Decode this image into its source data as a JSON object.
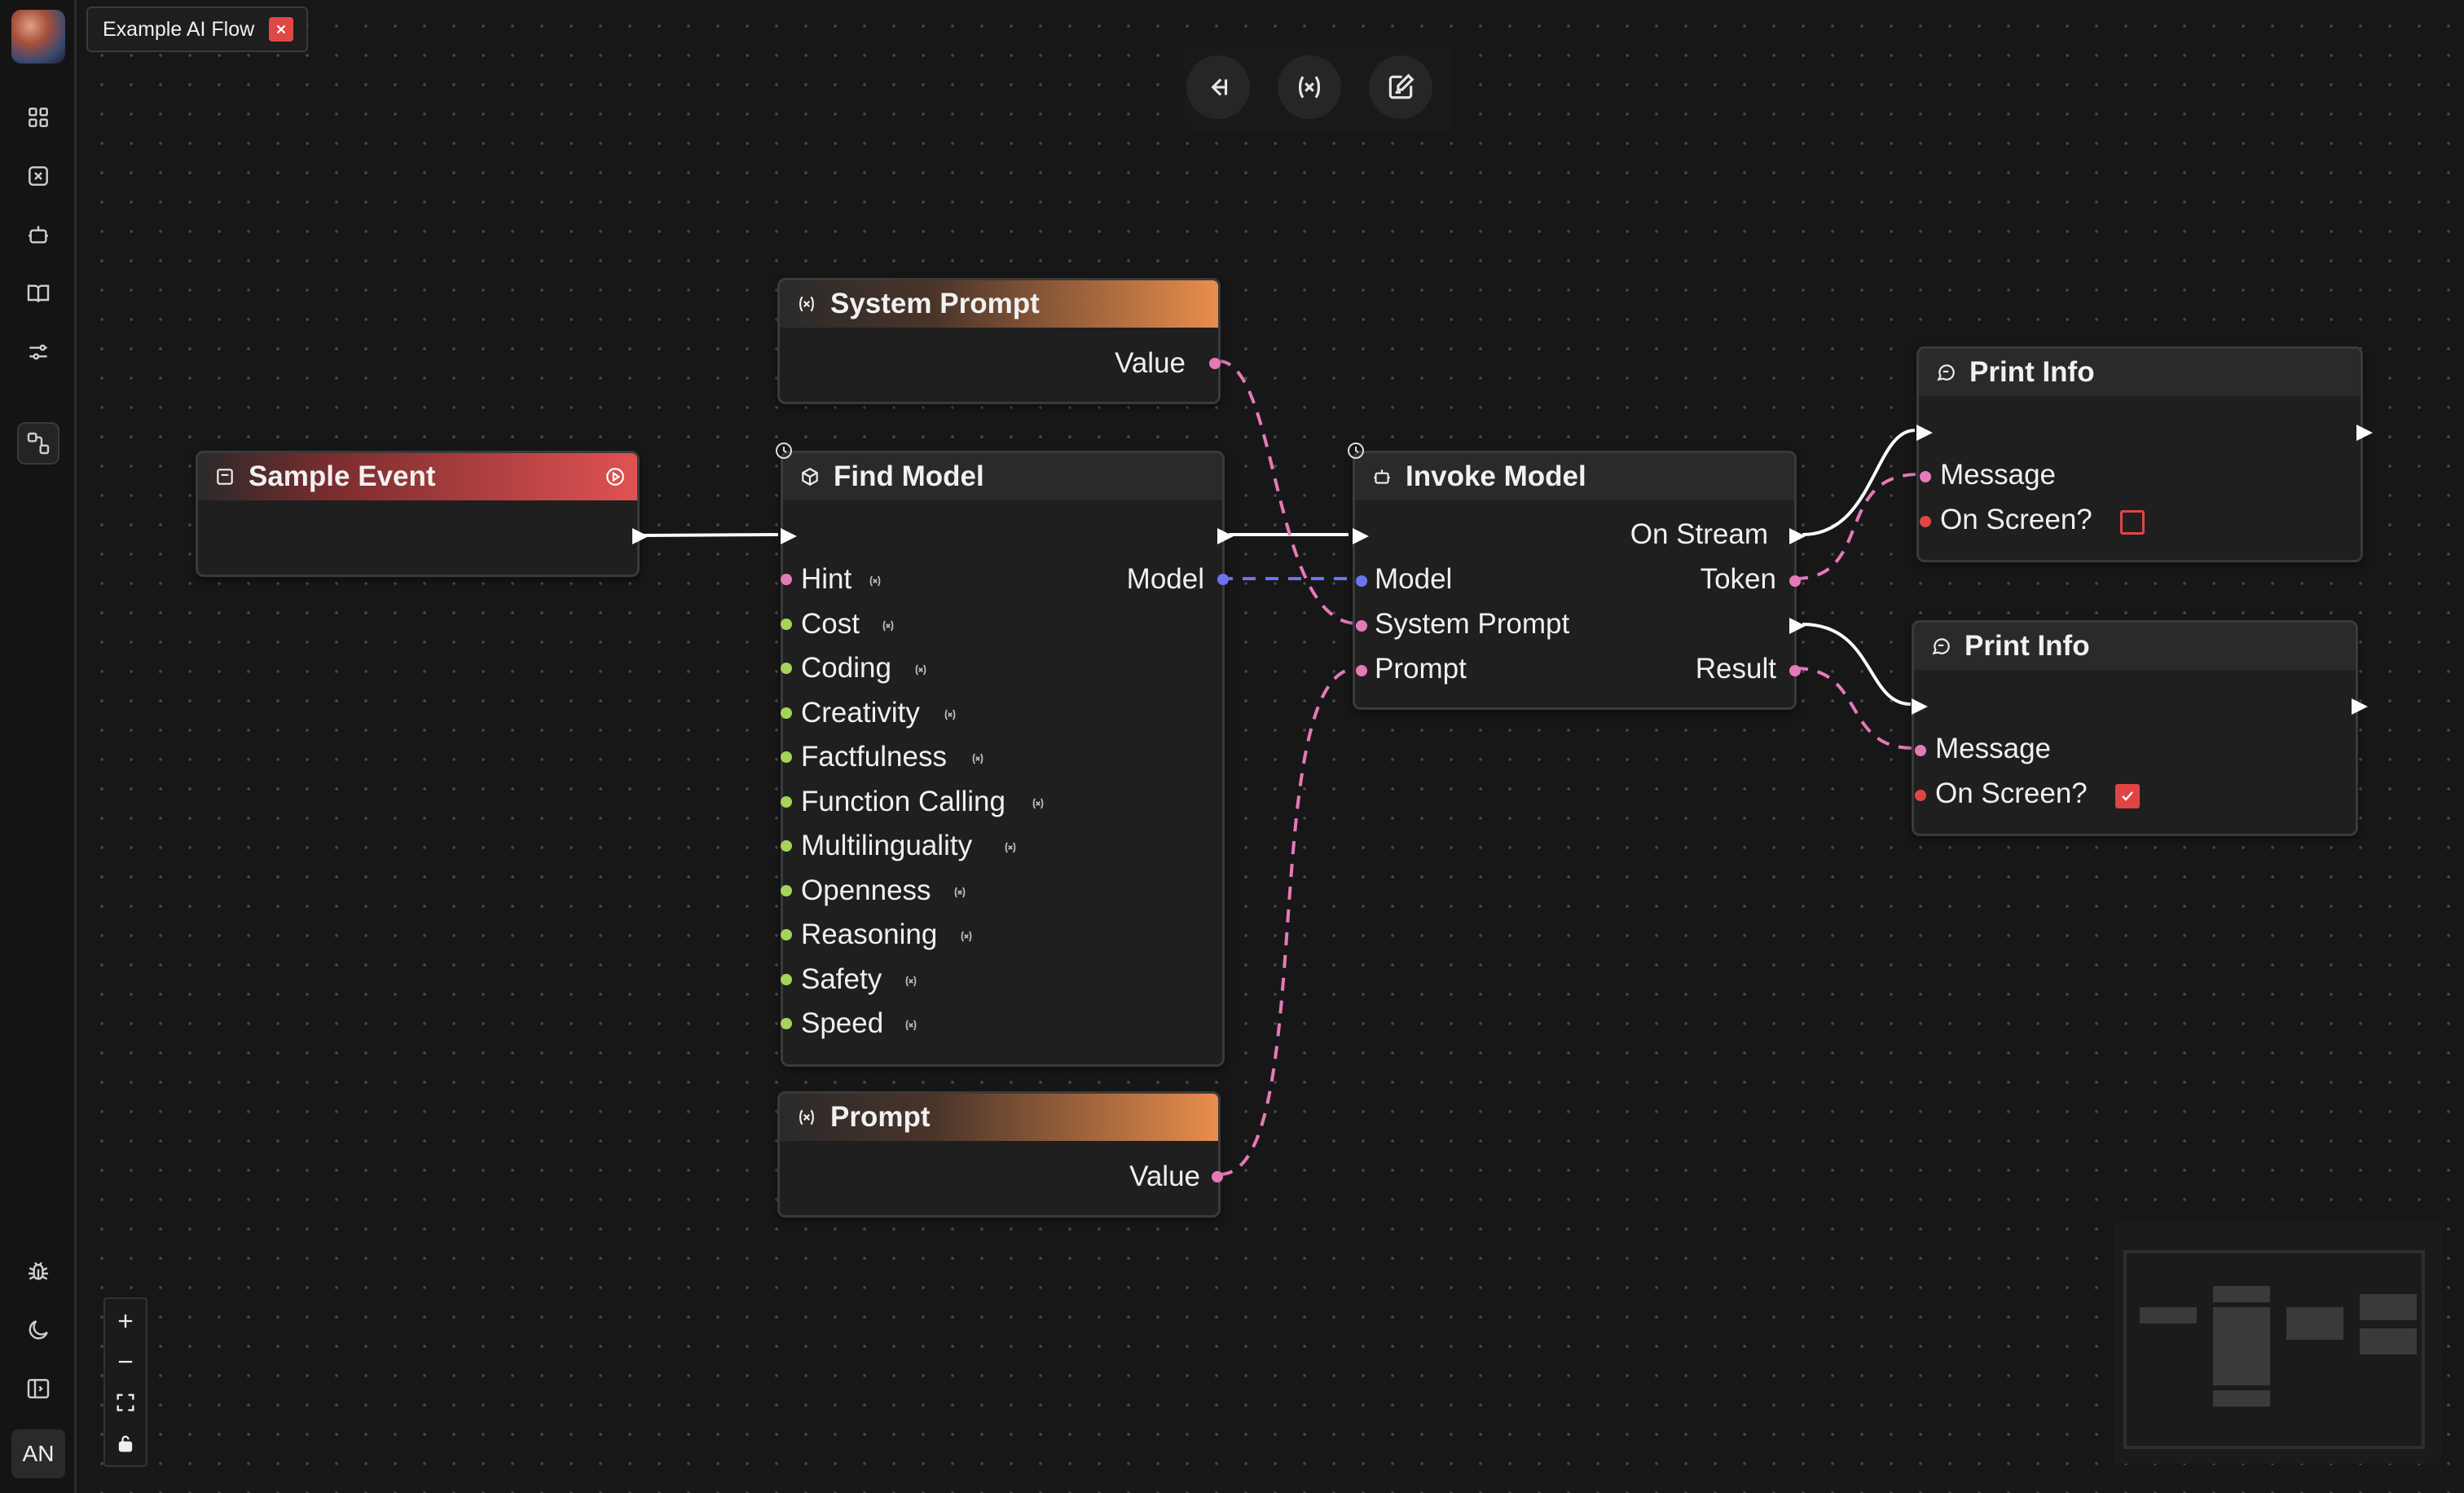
{
  "app": {
    "avatar_icon": "user-avatar-icon",
    "user_initials": "AN"
  },
  "sidebar": {
    "items": [
      {
        "icon": "dashboard-grid-icon"
      },
      {
        "icon": "close-box-icon"
      },
      {
        "icon": "bot-icon"
      },
      {
        "icon": "book-icon"
      },
      {
        "icon": "sliders-icon"
      },
      {
        "icon": "flow-nodes-icon",
        "active": true
      }
    ],
    "bottom": [
      {
        "icon": "bug-icon"
      },
      {
        "icon": "moon-icon"
      },
      {
        "icon": "panel-toggle-icon"
      }
    ]
  },
  "tab": {
    "title": "Example AI Flow",
    "close_icon": "close-icon"
  },
  "toolbar": {
    "buttons": [
      "collapse-left-icon",
      "variable-icon",
      "edit-note-icon"
    ]
  },
  "nodes": {
    "system_prompt": {
      "title": "System Prompt",
      "output": "Value",
      "icon": "variable-icon"
    },
    "sample_event": {
      "title": "Sample Event",
      "icon": "event-icon",
      "action_icon": "play-icon"
    },
    "find_model": {
      "title": "Find Model",
      "icon": "cube-icon",
      "output": "Model",
      "inputs": [
        "Hint",
        "Cost",
        "Coding",
        "Creativity",
        "Factfulness",
        "Function Calling",
        "Multilinguality",
        "Openness",
        "Reasoning",
        "Safety",
        "Speed"
      ]
    },
    "prompt": {
      "title": "Prompt",
      "output": "Value",
      "icon": "variable-icon"
    },
    "invoke_model": {
      "title": "Invoke Model",
      "icon": "bot-icon",
      "inputs": [
        "Model",
        "System Prompt",
        "Prompt"
      ],
      "outputs": [
        "On Stream",
        "Token",
        "Result"
      ]
    },
    "print_info_1": {
      "title": "Print Info",
      "message_label": "Message",
      "screen_label": "On Screen?",
      "checked": false,
      "icon": "chat-icon"
    },
    "print_info_2": {
      "title": "Print Info",
      "message_label": "Message",
      "screen_label": "On Screen?",
      "checked": true,
      "icon": "chat-icon"
    }
  },
  "controls": {
    "zoom": [
      "zoom-in-icon",
      "zoom-out-icon",
      "fit-view-icon",
      "lock-icon"
    ]
  },
  "colors": {
    "pin_pink": "#e57ab8",
    "pin_green": "#a4d45a",
    "pin_blue": "#6f72f0",
    "accent_red": "#e04545",
    "accent_orange": "#e98d4d"
  }
}
